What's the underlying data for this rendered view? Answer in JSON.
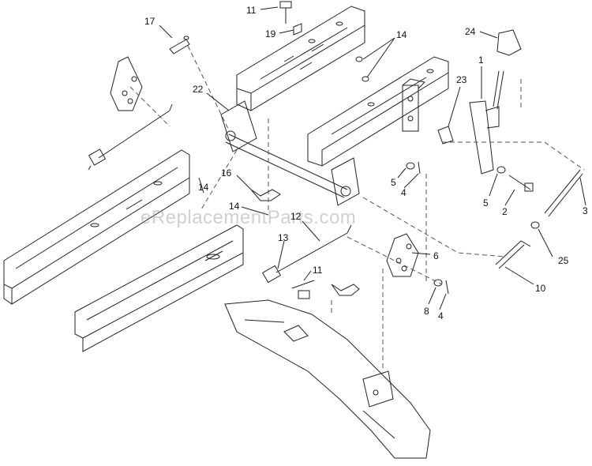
{
  "watermark": "eReplacementParts.com",
  "callouts": [
    {
      "id": "c11a",
      "text": "11"
    },
    {
      "id": "c17",
      "text": "17"
    },
    {
      "id": "c19",
      "text": "19"
    },
    {
      "id": "c14a",
      "text": "14"
    },
    {
      "id": "c24",
      "text": "24"
    },
    {
      "id": "c1",
      "text": "1"
    },
    {
      "id": "c22",
      "text": "22"
    },
    {
      "id": "c23",
      "text": "23"
    },
    {
      "id": "c16",
      "text": "16"
    },
    {
      "id": "c14b",
      "text": "14"
    },
    {
      "id": "c14c",
      "text": "14"
    },
    {
      "id": "c5a",
      "text": "5"
    },
    {
      "id": "c4a",
      "text": "4"
    },
    {
      "id": "c5b",
      "text": "5"
    },
    {
      "id": "c2",
      "text": "2"
    },
    {
      "id": "c3",
      "text": "3"
    },
    {
      "id": "c12",
      "text": "12"
    },
    {
      "id": "c13",
      "text": "13"
    },
    {
      "id": "c6",
      "text": "6"
    },
    {
      "id": "c25",
      "text": "25"
    },
    {
      "id": "c11b",
      "text": "11"
    },
    {
      "id": "c10",
      "text": "10"
    },
    {
      "id": "c8",
      "text": "8"
    },
    {
      "id": "c4b",
      "text": "4"
    }
  ]
}
